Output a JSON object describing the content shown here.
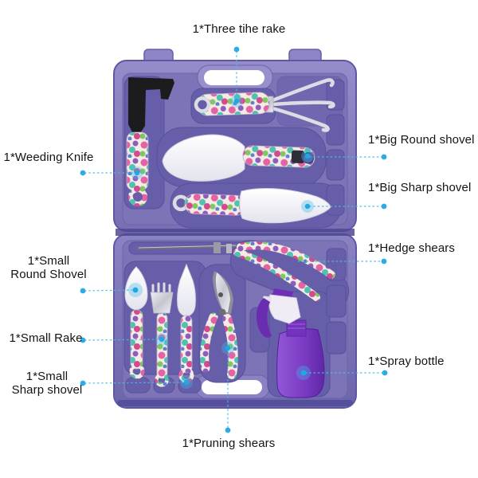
{
  "product": {
    "description": "10 piece floral garden tool set in open purple carrying case with callout labels"
  },
  "colors": {
    "background": "#ffffff",
    "case_shell": "#837bbe",
    "case_recess": "#665ea9",
    "case_edge": "#5f57a3",
    "annotation_cyan": "#2bade4",
    "label_text": "#141414",
    "blade_white": "#f4f4f9",
    "metal_gray": "#d2d2da",
    "knife_black": "#1c1c1f",
    "bottle_purple": "#7b3cc4",
    "floral_pink": "#e562a4",
    "floral_teal": "#4fc3b0",
    "floral_purple": "#8e5bbf",
    "floral_green": "#7ec85f"
  },
  "annotations": [
    {
      "id": "three-tine-rake",
      "label": "1*Three tihe rake"
    },
    {
      "id": "weeding-knife",
      "label": "1*Weeding Knife"
    },
    {
      "id": "big-round-shovel",
      "label": "1*Big Round shovel"
    },
    {
      "id": "big-sharp-shovel",
      "label": "1*Big Sharp shovel"
    },
    {
      "id": "hedge-shears",
      "label": "1*Hedge shears"
    },
    {
      "id": "spray-bottle",
      "label": "1*Spray bottle"
    },
    {
      "id": "small-round-shovel",
      "label": "1*Small\nRound Shovel"
    },
    {
      "id": "small-rake",
      "label": "1*Small Rake"
    },
    {
      "id": "small-sharp-shovel",
      "label": "1*Small\nSharp shovel"
    },
    {
      "id": "pruning-shears",
      "label": "1*Pruning shears"
    }
  ]
}
